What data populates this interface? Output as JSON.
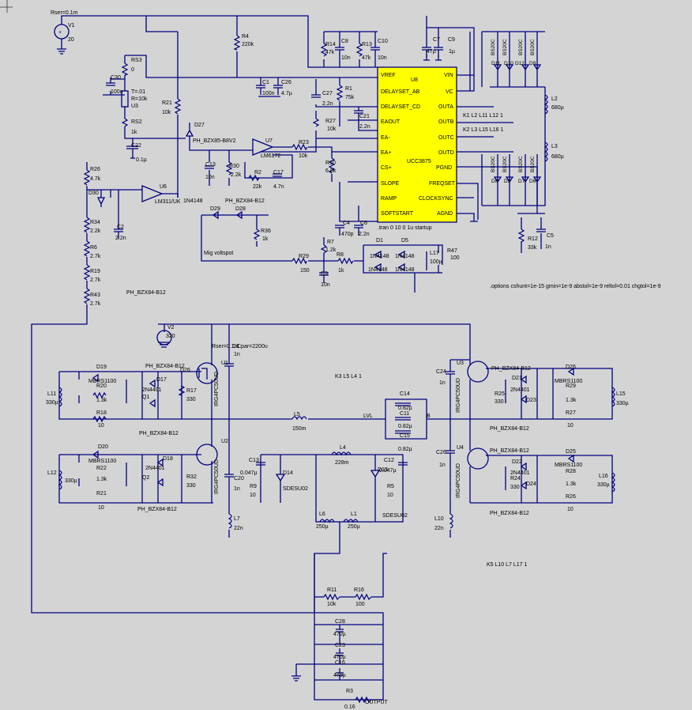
{
  "supply": {
    "rser": "Rser=0.1m",
    "name": "V1",
    "value": "20"
  },
  "supply2": {
    "name": "V2",
    "value": "320",
    "rser": "Rser=0.1m",
    "cpar": "Cpar=2200u"
  },
  "ic_main": {
    "name": "U8",
    "part": "UCC3875",
    "pins_left": [
      "VREF",
      "DELAYSET_AB",
      "DELAYSET_CD",
      "EAOUT",
      "EA-",
      "EA+",
      "CS+",
      "SLOPE",
      "RAMP",
      "SOFTSTART"
    ],
    "pins_right": [
      "VIN",
      "VC",
      "OUTA",
      "OUTB",
      "OUTC",
      "OUTD",
      "PGND",
      "FREQSET",
      "CLOCKSYNC",
      "AGND"
    ]
  },
  "labels": {
    "r14": "R14",
    "r14v": "47k",
    "c8": "C8",
    "c8v": "10n",
    "r13": "R13",
    "r13v": "47k",
    "c10": "C10",
    "c10v": "10n",
    "c7": "C7",
    "c7v": "47µ",
    "c9": "C9",
    "c9v": "1µ",
    "r4": "R4",
    "r4v": "220k",
    "rs3": "RS3",
    "rs3v": "0",
    "c30": "C30",
    "c30v": "100n",
    "u3": "U3",
    "tv": "T=.01",
    "rv": "R=10k",
    "rs2": "RS2",
    "rs2v": "1k",
    "c22": "C22",
    "c22v": "0.1µ",
    "r21": "R21",
    "r21v": "10k",
    "c1": "C1",
    "c1v": "100n",
    "c26": "C26",
    "c26v": "4.7µ",
    "r1": "R1",
    "r1v": "75k",
    "c27": "C27",
    "c27v": "2.2n",
    "c21": "C21",
    "c21v": "2.2n",
    "r27": "R27",
    "r27v": "10k",
    "d27": "D27",
    "d27p": "PH_BZX85-B8V2",
    "u7": "U7",
    "u7p": "LM6172",
    "r23": "R23",
    "r23v": "10k",
    "r10": "R10",
    "r10v": "6.8k",
    "c13": "C13",
    "c13v": "10n",
    "r30": "R30",
    "r30v": "2.2k",
    "r2": "R2",
    "r2v": "22k",
    "c17": "C17",
    "c17v": "4.7n",
    "r26": "R26",
    "r26v": "4.7k",
    "d30": "D30",
    "c2": "C2",
    "c2v": "2.2n",
    "u6": "U6",
    "u6p": "LM311/UK",
    "d29": "D29",
    "d28": "D28",
    "d29p": "1N4148",
    "d28p": "PH_BZX84-B12",
    "r36": "R36",
    "r36v": "1k",
    "note_pot": "Mig voltspot",
    "r34": "R34",
    "r34v": "2.2k",
    "r6": "R6",
    "r6v": "2.7k",
    "r19": "R19",
    "r19v": "2.7k",
    "r43": "R43",
    "r43v": "2.7k",
    "zen_a": "PH_BZX84-B12",
    "c4": "C4",
    "c4v": "470p",
    "c6": "C6",
    "c6v": "2.2n",
    "tran": ".tran 0 10 0 1u startup",
    "r7": "R7",
    "r7v": "1.2k",
    "r29": "R29",
    "r29v": "150",
    "r8": "R8",
    "r8v": "1k",
    "c3": "C3",
    "c3v": "10n",
    "d1": "D1",
    "d5": "D5",
    "d1p": "1N4148",
    "d5p": "1N4148",
    "d2p": "1N4148",
    "d3p": "1N4148",
    "l17": "L17",
    "l17v": "100µ",
    "r47": "R47",
    "r47v": "100",
    "r12": "R12",
    "r12v": "33k",
    "c5": "C5",
    "c5v": "1n",
    "options": ".options cshunt=1e-15 gmin=1e-9 abstol=1e-9 reltol=0.01 chgtol=1e-9",
    "k1": "K1 L2 L11 L12 1",
    "k2": "K2 L3 L15 L16 1",
    "l2": "L2",
    "l2v": "680µ",
    "l3": "L3",
    "l3v": "680µ",
    "bsd": "BS20C",
    "d11": "D11",
    "d10": "D10",
    "d12": "D12",
    "d9": "D9",
    "d8": "D8",
    "d5b": "D5",
    "d7": "D7",
    "d6": "D6",
    "u1": "U1",
    "u2": "U2",
    "u3b": "U3",
    "u4": "U4",
    "igbt": "IRG4PC50UD",
    "c1b": "C1",
    "c1bv": "1n",
    "d19": "D19",
    "d19p": "MBRS1100",
    "d17": "D17",
    "q1": "Q1",
    "r20": "R20",
    "r20v": "1.3k",
    "r17": "R17",
    "r17v": "330",
    "r18": "R18",
    "r18v": "10",
    "l11": "L11",
    "l11v": "330µ",
    "zen1": "PH_BZX84-B12",
    "zen2": "PH_BZX84-B12",
    "d26q": "D26",
    "pnp": "2N4401",
    "k3": "K3 L5 L4 1",
    "l5": "L5",
    "l5v": "150m",
    "c14": "C14",
    "c14v": "0.82µ",
    "c11": "C11",
    "c11v": "0.82µ",
    "c15": "C15",
    "c15v": "0.82µ",
    "lvl": "LVL",
    "bnode": "B",
    "c24": "C24",
    "c24v": "1n",
    "d20": "D20",
    "d20p": "MBRS1100",
    "d18": "D18",
    "q2": "Q2",
    "r22": "R22",
    "r22v": "1.3k",
    "r32": "R32",
    "r32v": "330",
    "r21b": "R21",
    "r21bv": "10",
    "l12": "L12",
    "l12v": "330µ",
    "c13b": "C13",
    "c13bv": "0.047µ",
    "r9": "R9",
    "r9v": "10",
    "d14": "D14",
    "d14p": "SDESU02",
    "l4": "L4",
    "l4v": "228m",
    "c12": "C12",
    "c12v": "0.047µ",
    "d13": "D13",
    "r5": "R5",
    "r5v": "10",
    "d13p": "SDESU02",
    "l6": "L6",
    "l6v": "250µ",
    "l1": "L1",
    "l1v": "250µ",
    "c20": "C20",
    "c20v": "1n",
    "l7": "L7",
    "l7v": "22n",
    "d26": "D26",
    "d26p": "MBRS1100",
    "d21": "D21",
    "d23": "D23",
    "r25": "R25",
    "r25v": "330",
    "r29b": "R29",
    "r29bv": "1.3k",
    "r27b": "R27",
    "r27bv": "10",
    "l15": "L15",
    "l15v": "330µ",
    "c26b": "C26",
    "c26bv": "1n",
    "d22": "D22",
    "d24": "D24",
    "d25": "D25",
    "r24": "R24",
    "r24v": "330",
    "r28": "R28",
    "r28v": "1.3k",
    "r26b": "R26",
    "r26bv": "10",
    "l16": "L16",
    "l16v": "330µ",
    "l10": "L10",
    "l10v": "22n",
    "k5": "K5 L10 L7 L17 1",
    "r11": "R11",
    "r11v": "10k",
    "r16": "R16",
    "r16v": "100",
    "c28": "C28",
    "c28v": "470µ",
    "c23": "C23",
    "c23v": "470µ",
    "c16": "C16",
    "c16v": "470µ",
    "r3": "R3",
    "r3v": "0.16",
    "output": "OUTPUT"
  }
}
